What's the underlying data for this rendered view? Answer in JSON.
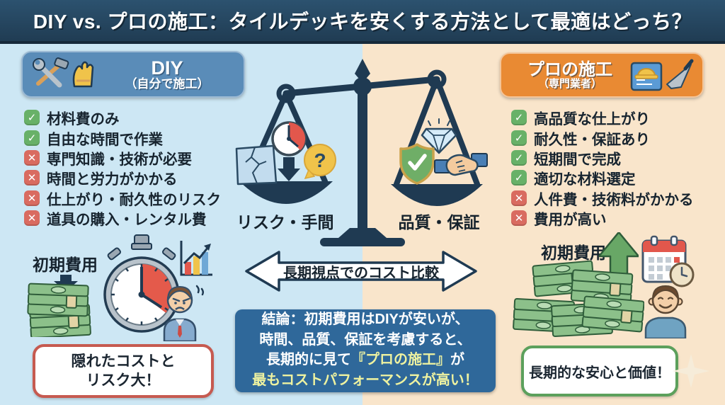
{
  "header": {
    "title": "DIY vs. プロの施工：タイルデッキを安くする方法として最適はどっち？"
  },
  "left": {
    "badge": {
      "title": "DIY",
      "subtitle": "（自分で施工）"
    },
    "items": [
      {
        "type": "check",
        "text": "材料費のみ"
      },
      {
        "type": "check",
        "text": "自由な時間で作業"
      },
      {
        "type": "cross",
        "text": "専門知識・技術が必要"
      },
      {
        "type": "cross",
        "text": "時間と労力がかかる"
      },
      {
        "type": "cross",
        "text": "仕上がり・耐久性のリスク"
      },
      {
        "type": "cross",
        "text": "道具の購入・レンタル費"
      }
    ],
    "initial_cost_label": "初期費用",
    "verdict_line1": "隠れたコストと",
    "verdict_line2": "リスク大！"
  },
  "right": {
    "badge": {
      "title": "プロの施工",
      "subtitle": "（専門業者）"
    },
    "items": [
      {
        "type": "check",
        "text": "高品質な仕上がり"
      },
      {
        "type": "check",
        "text": "耐久性・保証あり"
      },
      {
        "type": "check",
        "text": "短期間で完成"
      },
      {
        "type": "check",
        "text": "適切な材料選定"
      },
      {
        "type": "cross",
        "text": "人件費・技術料がかかる"
      },
      {
        "type": "cross",
        "text": "費用が高い"
      }
    ],
    "initial_cost_label": "初期費用",
    "verdict": "長期的な安心と価値！"
  },
  "scale": {
    "left_pan_label": "リスク・手間",
    "right_pan_label": "品質・保証"
  },
  "comparison_arrow": {
    "label": "長期視点でのコスト比較"
  },
  "conclusion": {
    "line1": "結論：初期費用はDIYが安いが、",
    "line2": "時間、品質、保証を考慮すると、",
    "line3_pre": "長期的に見て",
    "line3_highlight": "『プロの施工』",
    "line3_post": "が",
    "line4": "最もコストパフォーマンスが高い！"
  },
  "colors": {
    "header_bg": "#24455f",
    "left_bg": "#cde7f4",
    "right_bg": "#f9e5cb",
    "diy_badge": "#5a8cb8",
    "pro_badge": "#e98a33",
    "check_green": "#68b168",
    "cross_red": "#d96b60",
    "navy": "#1f3a52",
    "conclusion_bg": "#2f689a",
    "highlight_yellow": "#eef2a0",
    "warning_border_red": "#c65a50",
    "positive_border_green": "#5ca05c"
  }
}
